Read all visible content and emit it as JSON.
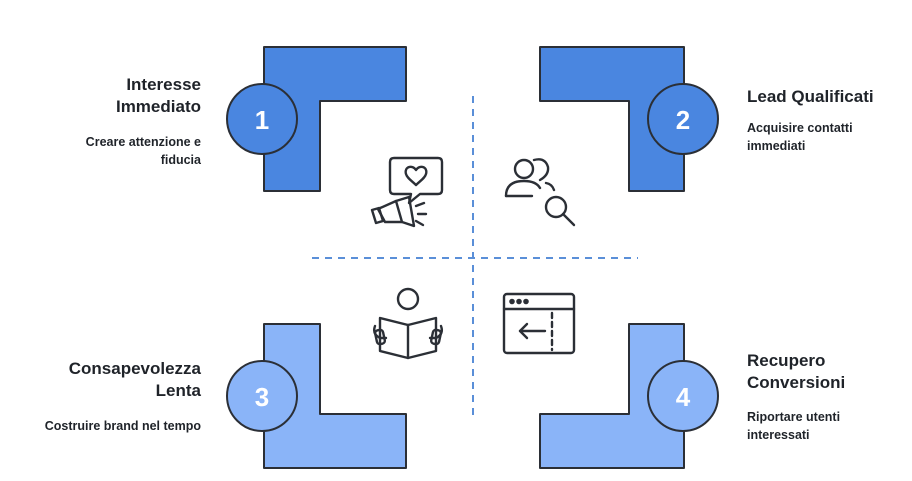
{
  "quadrants": [
    {
      "number": "1",
      "title_line1": "Interesse",
      "title_line2": "Immediato",
      "desc_line1": "Creare attenzione e",
      "desc_line2": "fiducia",
      "icon": "megaphone-heart-icon",
      "color": "#4a86e0"
    },
    {
      "number": "2",
      "title_line1": "Lead Qualificati",
      "title_line2": "",
      "desc_line1": "Acquisire contatti",
      "desc_line2": "immediati",
      "icon": "users-search-icon",
      "color": "#4a86e0"
    },
    {
      "number": "3",
      "title_line1": "Consapevolezza",
      "title_line2": "Lenta",
      "desc_line1": "Costruire brand nel tempo",
      "desc_line2": "",
      "icon": "person-reading-icon",
      "color": "#8ab4f8"
    },
    {
      "number": "4",
      "title_line1": "Recupero",
      "title_line2": "Conversioni",
      "desc_line1": "Riportare utenti",
      "desc_line2": "interessati",
      "icon": "browser-back-arrow-icon",
      "color": "#8ab4f8"
    }
  ],
  "colors": {
    "primary_dark": "#4a86e0",
    "primary_light": "#8ab4f8",
    "outline": "#2b2f36",
    "divider": "#5a8fd8"
  }
}
